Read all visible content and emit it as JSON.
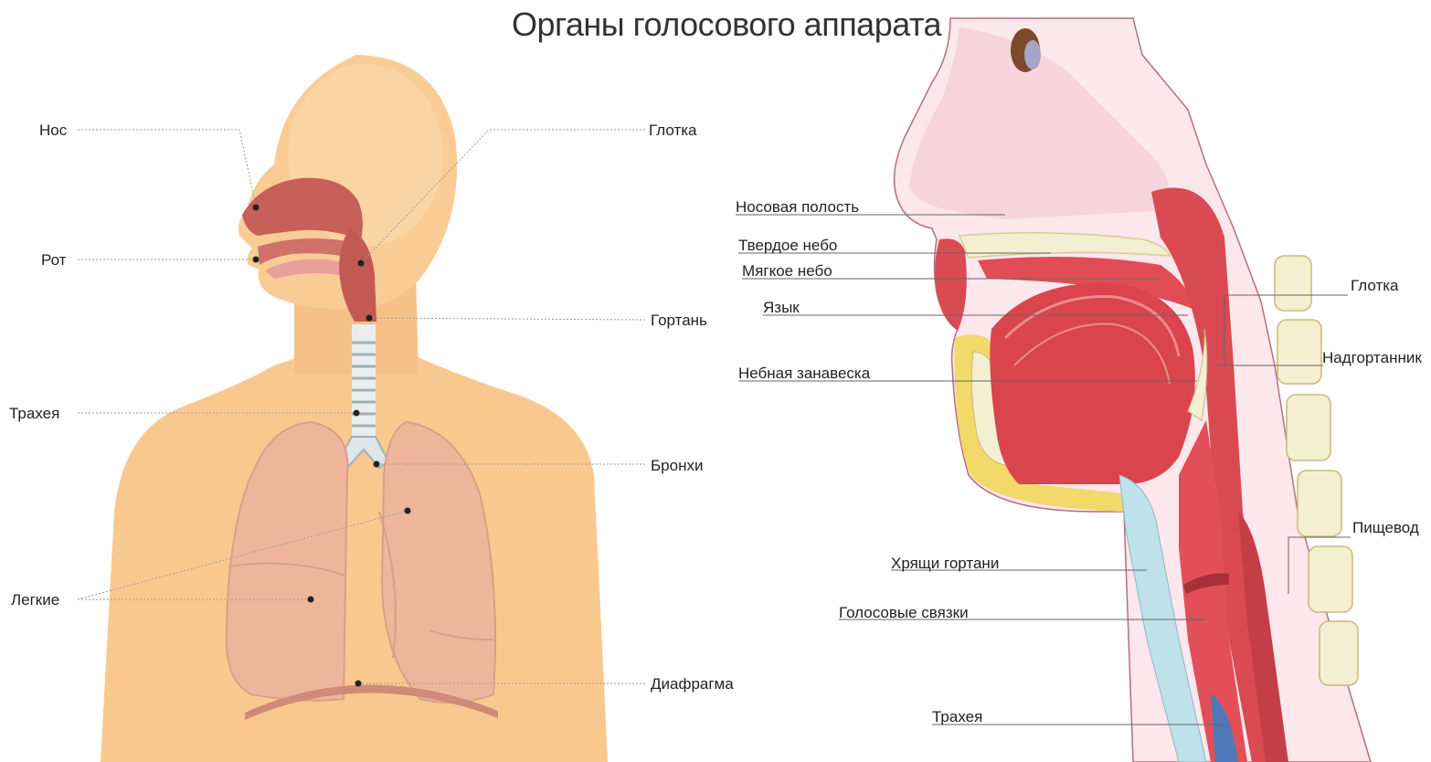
{
  "title": "Органы голосового аппарата",
  "left_labels": {
    "nose": "Нос",
    "mouth": "Рот",
    "trachea": "Трахея",
    "lungs": "Легкие",
    "pharynx": "Глотка",
    "larynx": "Гортань",
    "bronchi": "Бронхи",
    "diaphragm": "Диафрагма"
  },
  "right_labels": {
    "nasal_cavity": "Носовая полость",
    "hard_palate": "Твердое небо",
    "soft_palate": "Мягкое небо",
    "tongue": "Язык",
    "velum": "Небная занавеска",
    "laryngeal_cartilage": "Хрящи гортани",
    "vocal_cords": "Голосовые связки",
    "trachea": "Трахея",
    "pharynx": "Глотка",
    "epiglottis": "Надгортанник",
    "esophagus": "Пищевод"
  },
  "colors": {
    "skin": "#f7c58e",
    "skin_light": "#fde3c2",
    "airway": "#c8615a",
    "lung": "#eab095",
    "muscle": "#d94a52",
    "tissue_pink": "#f6d7e0",
    "bone": "#f3efd0",
    "fat": "#f3d86a",
    "cartilage_blue": "#bfe1ea",
    "leader": "#777777"
  }
}
